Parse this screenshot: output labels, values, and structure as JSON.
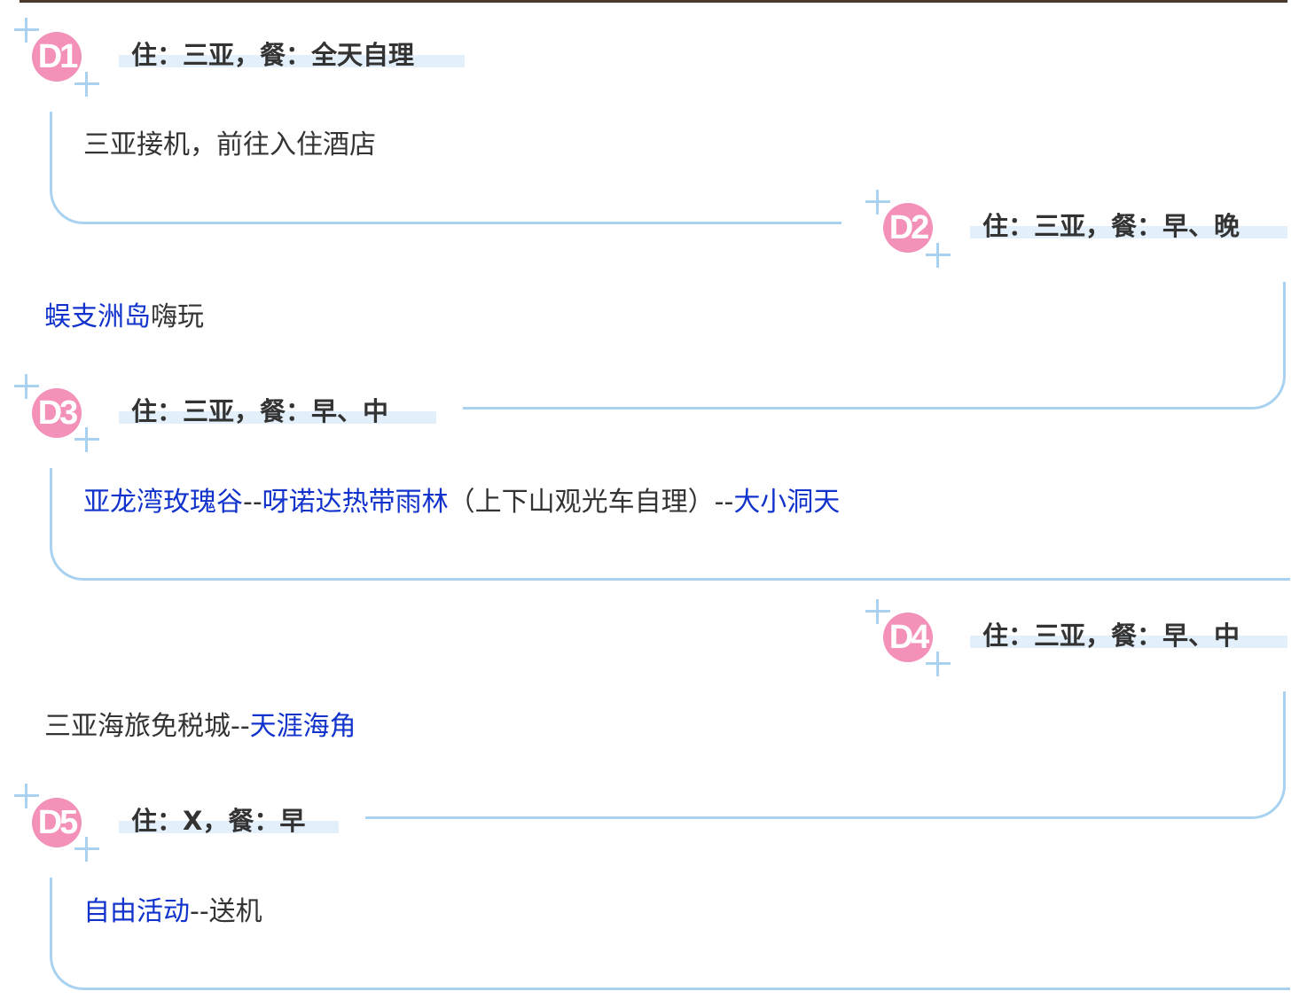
{
  "itinerary": {
    "days": [
      {
        "badge": "D1",
        "title": "住：三亚，餐：全天自理",
        "activity": [
          {
            "text": "三亚接机，前往入住酒店",
            "link": false
          }
        ]
      },
      {
        "badge": "D2",
        "title": "住：三亚，餐：早、晚",
        "activity": [
          {
            "text": "蜈支洲岛",
            "link": true
          },
          {
            "text": "嗨玩",
            "link": false
          }
        ]
      },
      {
        "badge": "D3",
        "title": "住：三亚，餐：早、中",
        "activity": [
          {
            "text": "亚龙湾玫瑰谷",
            "link": true
          },
          {
            "text": "--",
            "link": false
          },
          {
            "text": "呀诺达热带雨林",
            "link": true
          },
          {
            "text": "（上下山观光车自理）--",
            "link": false
          },
          {
            "text": "大小洞天",
            "link": true
          }
        ]
      },
      {
        "badge": "D4",
        "title": "住：三亚，餐：早、中",
        "activity": [
          {
            "text": "三亚海旅免税城--",
            "link": false
          },
          {
            "text": "天涯海角",
            "link": true
          }
        ]
      },
      {
        "badge": "D5",
        "title": "住：X，餐：早",
        "activity": [
          {
            "text": "自由活动",
            "link": true
          },
          {
            "text": "--送机",
            "link": false
          }
        ]
      }
    ]
  },
  "colors": {
    "badge": "#f391b9",
    "line": "#a9d2f1",
    "title_highlight": "#e3f0fb",
    "link": "#1133cc",
    "text": "#333333"
  }
}
